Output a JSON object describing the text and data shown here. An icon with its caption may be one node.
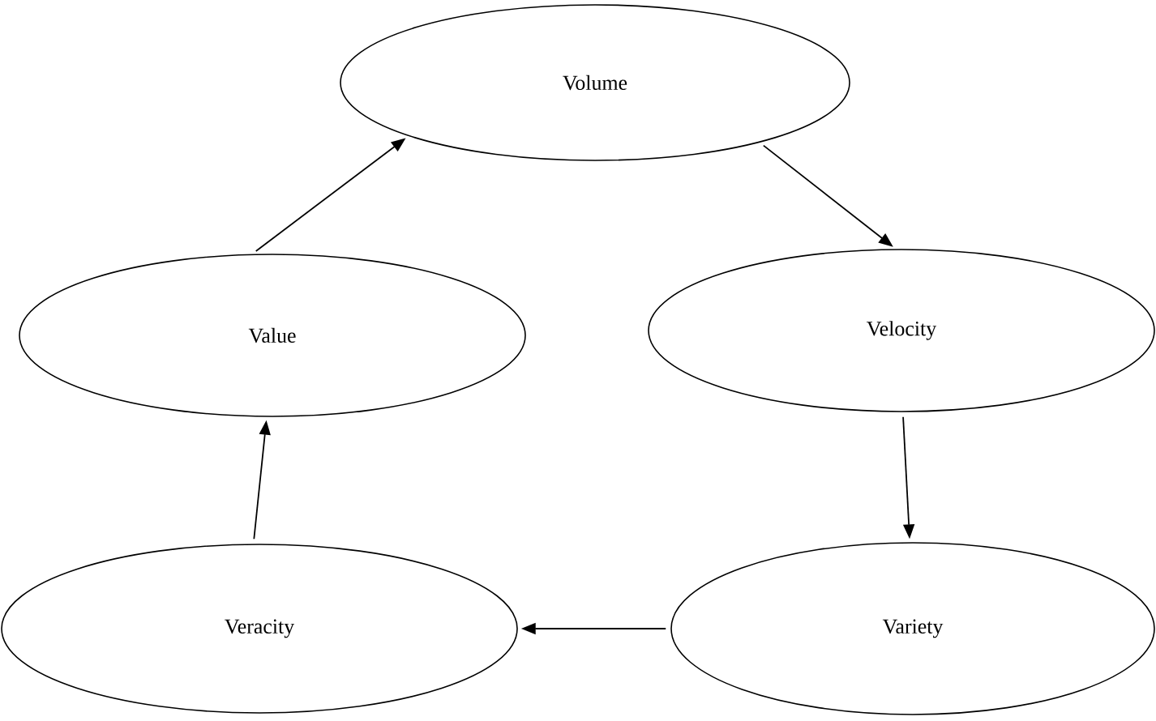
{
  "diagram": {
    "nodes": [
      {
        "text": [
          "Volume"
        ]
      },
      {
        "text": [
          "Value"
        ]
      },
      {
        "text": [
          "Velocity"
        ]
      },
      {
        "text": [
          "Veracity"
        ]
      },
      {
        "text": [
          "Variety"
        ]
      }
    ],
    "edges": [
      {
        "from": 1,
        "to": 0,
        "arrow": "to"
      },
      {
        "from": 0,
        "to": 2,
        "arrow": "to"
      },
      {
        "from": 2,
        "to": 4,
        "arrow": "to"
      },
      {
        "from": 4,
        "to": 3,
        "arrow": "to"
      },
      {
        "from": 3,
        "to": 1,
        "arrow": "to"
      }
    ]
  }
}
